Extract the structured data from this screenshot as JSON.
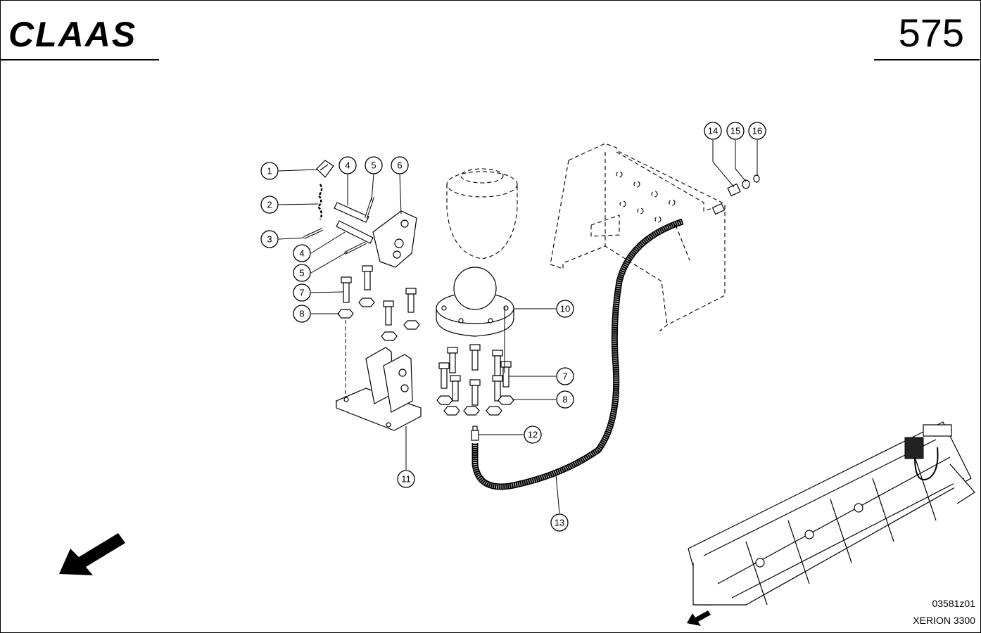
{
  "header": {
    "brand": "CLAAS",
    "page_number": "575"
  },
  "footer": {
    "drawing_id": "03581z01",
    "model": "XERION 3300"
  },
  "callouts": [
    {
      "label": "1"
    },
    {
      "label": "2"
    },
    {
      "label": "3"
    },
    {
      "label": "4"
    },
    {
      "label": "5"
    },
    {
      "label": "6"
    },
    {
      "label": "4"
    },
    {
      "label": "5"
    },
    {
      "label": "7"
    },
    {
      "label": "8"
    },
    {
      "label": "10"
    },
    {
      "label": "7"
    },
    {
      "label": "8"
    },
    {
      "label": "11"
    },
    {
      "label": "12"
    },
    {
      "label": "13"
    },
    {
      "label": "14"
    },
    {
      "label": "15"
    },
    {
      "label": "16"
    }
  ],
  "icons": {
    "direction": "arrow-down-left-icon",
    "locator": "chassis-locator-thumbnail"
  }
}
